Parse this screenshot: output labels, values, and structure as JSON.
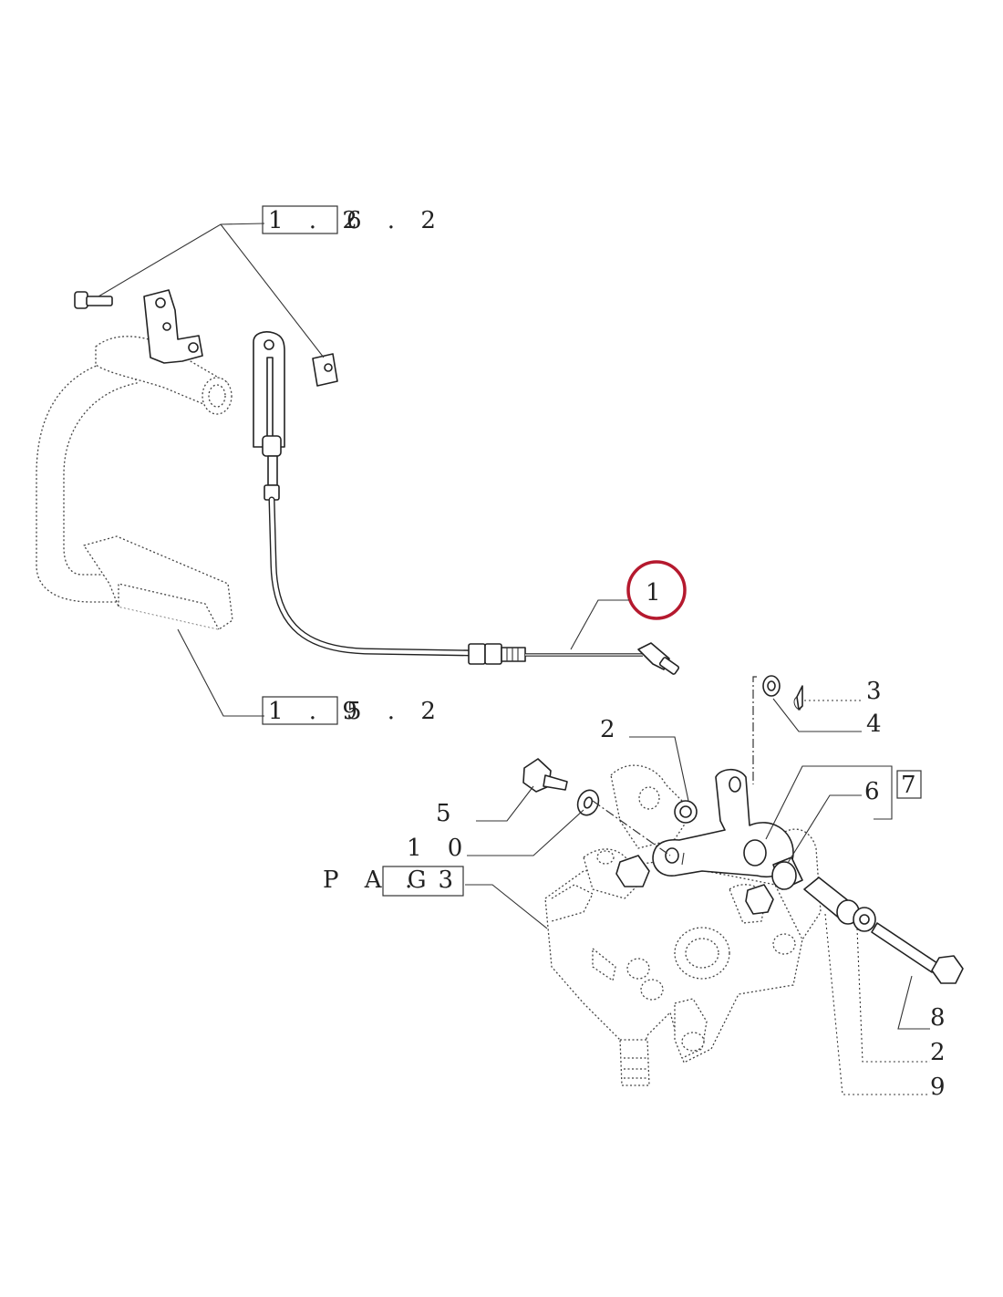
{
  "references": {
    "ref_top": {
      "boxed": "1 . 2",
      "rest": "6 . 2"
    },
    "ref_bottom": {
      "boxed": "1 . 9",
      "rest": "5 . 2"
    },
    "ref_page": {
      "prefix": "P A G",
      "boxed": ". 3"
    }
  },
  "callouts": {
    "highlighted": "1",
    "c3": "3",
    "c4": "4",
    "c2_upper": "2",
    "c6": "6",
    "c7": "7",
    "c5": "5",
    "c10": "1 0",
    "c8": "8",
    "c2_lower": "2",
    "c9": "9"
  },
  "colors": {
    "highlight_ring": "#b5192e",
    "line": "#222222",
    "background": "#ffffff"
  }
}
